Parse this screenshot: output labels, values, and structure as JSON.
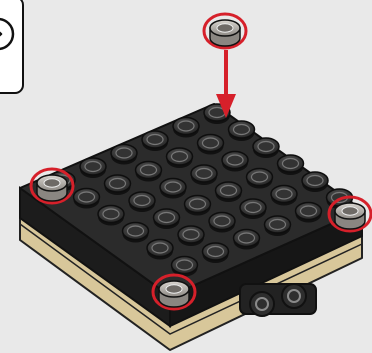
{
  "diagram": {
    "callout_box_icon": "rotate-arrow-icon",
    "plate": {
      "grid_rows": 6,
      "grid_cols": 6
    },
    "highlighted_stud_count": 4,
    "arrow_direction": "down",
    "colors": {
      "background": "#e9e9e9",
      "plate_top": "#2b2b2b",
      "plate_side": "#1a1a1a",
      "stud_ring": "#4a4a4a",
      "tan_base": "#d8c79a",
      "highlight_red": "#d6202a",
      "light_stud": "#c9c4be"
    }
  }
}
